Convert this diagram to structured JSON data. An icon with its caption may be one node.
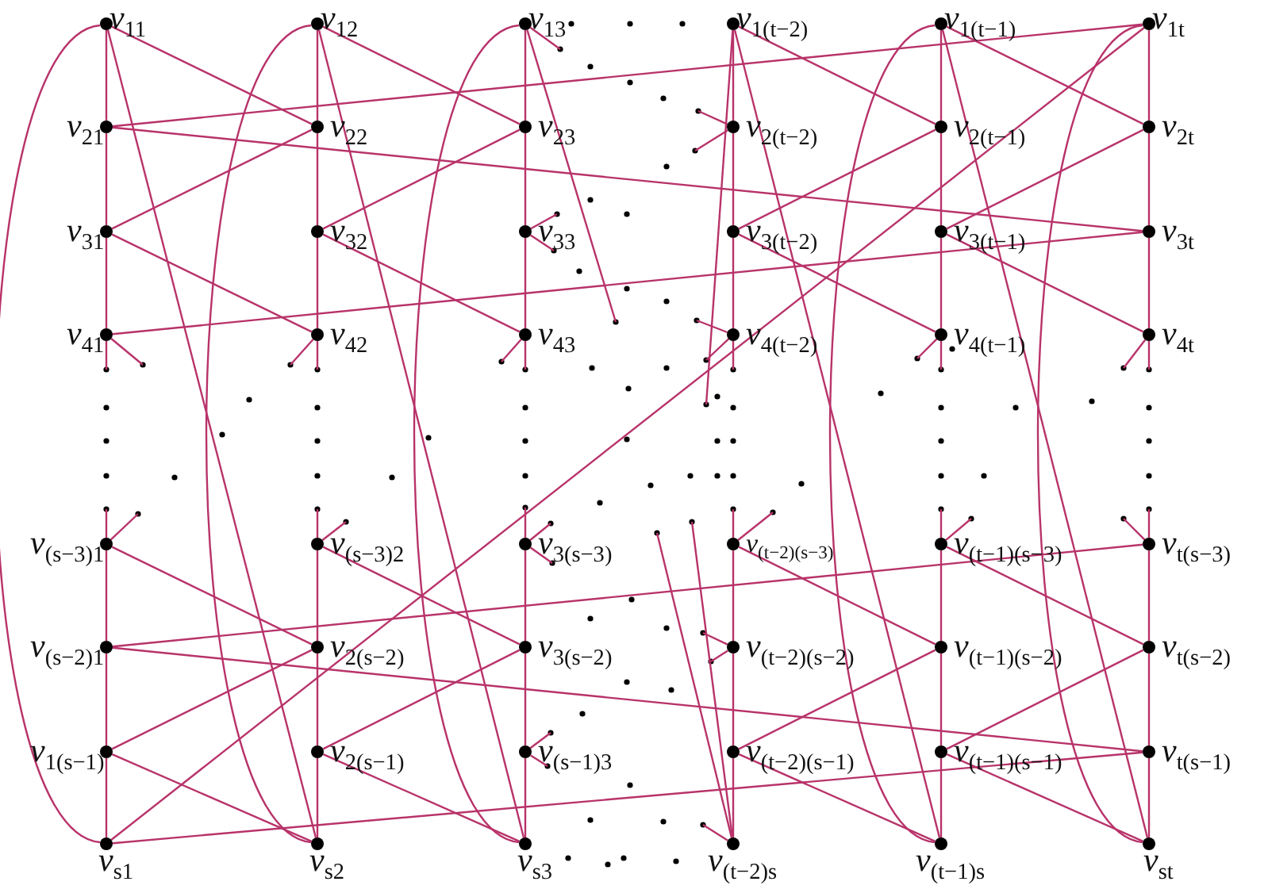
{
  "diagram": {
    "nodes": [
      {
        "text": [
          "v$_{11}$"
        ]
      },
      {
        "text": [
          "v$_{12}$"
        ]
      },
      {
        "text": [
          "v$_{13}$"
        ]
      },
      {
        "text": [
          "v$_{1(t−2)}$"
        ]
      },
      {
        "text": [
          "v$_{1(t−1)}$"
        ]
      },
      {
        "text": [
          "v$_{1t}$"
        ]
      },
      {
        "text": [
          "v$_{21}$"
        ]
      },
      {
        "text": [
          "v$_{22}$"
        ]
      },
      {
        "text": [
          "v$_{23}$"
        ]
      },
      {
        "text": [
          "v$_{2(t−2)}$"
        ]
      },
      {
        "text": [
          "v$_{2(t−1)}$"
        ]
      },
      {
        "text": [
          "v$_{2t}$"
        ]
      },
      {
        "text": [
          "v$_{31}$"
        ]
      },
      {
        "text": [
          "v$_{32}$"
        ]
      },
      {
        "text": [
          "v$_{33}$"
        ]
      },
      {
        "text": [
          "v$_{3(t−2)}$"
        ]
      },
      {
        "text": [
          "v$_{3(t−1)}$"
        ]
      },
      {
        "text": [
          "v$_{3t}$"
        ]
      },
      {
        "text": [
          "v$_{41}$"
        ]
      },
      {
        "text": [
          "v$_{42}$"
        ]
      },
      {
        "text": [
          "v$_{43}$"
        ]
      },
      {
        "text": [
          "v$_{4(t−2)}$"
        ]
      },
      {
        "text": [
          "v$_{4(t−1)}$"
        ]
      },
      {
        "text": [
          "v$_{4t}$"
        ]
      },
      {
        "text": [
          "v$_{(s−3)1}$"
        ]
      },
      {
        "text": [
          "v$_{(s−3)2}$"
        ]
      },
      {
        "text": [
          "v$_{3(s−3)}$"
        ]
      },
      {
        "text": [
          "v$_{(t−2)(s−3)}$"
        ]
      },
      {
        "text": [
          "v$_{(t−1)(s−3)}$"
        ]
      },
      {
        "text": [
          "v$_{t(s−3)}$"
        ]
      },
      {
        "text": [
          "v$_{(s−2)1}$"
        ]
      },
      {
        "text": [
          "v$_{2(s−2)}$"
        ]
      },
      {
        "text": [
          "v$_{3(s−2)}$"
        ]
      },
      {
        "text": [
          "v$_{(t−2)(s−2)}$"
        ]
      },
      {
        "text": [
          "v$_{(t−1)(s−2)}$"
        ]
      },
      {
        "text": [
          "v$_{t(s−2)}$"
        ]
      },
      {
        "text": [
          "v$_{1(s−1)}$"
        ]
      },
      {
        "text": [
          "v$_{2(s−1)}$"
        ]
      },
      {
        "text": [
          "v$_{(s−1)3}$"
        ]
      },
      {
        "text": [
          "v$_{(t−2)(s−1)}$"
        ]
      },
      {
        "text": [
          "v$_{(t−1)(s−1)}$"
        ]
      },
      {
        "text": [
          "v$_{t(s−1)}$"
        ]
      },
      {
        "text": [
          "v$_{s1}$"
        ]
      },
      {
        "text": [
          "v$_{s2}$"
        ]
      },
      {
        "text": [
          "v$_{s3}$"
        ]
      },
      {
        "text": [
          "v$_{(t−2)s}$"
        ]
      },
      {
        "text": [
          "v$_{(t−1)s}$"
        ]
      },
      {
        "text": [
          "v$_{st}$"
        ]
      }
    ],
    "edges": [
      {
        "from": 0,
        "to": 6,
        "arrow": "none"
      },
      {
        "from": 6,
        "to": 12,
        "arrow": "none"
      },
      {
        "from": 12,
        "to": 18,
        "arrow": "none"
      },
      {
        "from": 18,
        "to": null,
        "arrow": "none"
      },
      {
        "from": 24,
        "to": null,
        "arrow": "none"
      },
      {
        "from": 24,
        "to": 30,
        "arrow": "none"
      },
      {
        "from": 30,
        "to": 36,
        "arrow": "none"
      },
      {
        "from": 36,
        "to": 42,
        "arrow": "none"
      },
      {
        "from": 1,
        "to": 7,
        "arrow": "none"
      },
      {
        "from": 7,
        "to": 13,
        "arrow": "none"
      },
      {
        "from": 13,
        "to": 19,
        "arrow": "none"
      },
      {
        "from": 19,
        "to": null,
        "arrow": "none"
      },
      {
        "from": 25,
        "to": null,
        "arrow": "none"
      },
      {
        "from": 25,
        "to": 31,
        "arrow": "none"
      },
      {
        "from": 31,
        "to": 37,
        "arrow": "none"
      },
      {
        "from": 37,
        "to": 43,
        "arrow": "none"
      },
      {
        "from": 2,
        "to": 8,
        "arrow": "none"
      },
      {
        "from": 8,
        "to": 14,
        "arrow": "none"
      },
      {
        "from": 14,
        "to": 20,
        "arrow": "none"
      },
      {
        "from": 20,
        "to": null,
        "arrow": "none"
      },
      {
        "from": 26,
        "to": null,
        "arrow": "none"
      },
      {
        "from": 26,
        "to": 32,
        "arrow": "none"
      },
      {
        "from": 32,
        "to": 38,
        "arrow": "none"
      },
      {
        "from": 38,
        "to": 44,
        "arrow": "none"
      },
      {
        "from": 3,
        "to": 9,
        "arrow": "none"
      },
      {
        "from": 9,
        "to": 15,
        "arrow": "none"
      },
      {
        "from": 15,
        "to": 21,
        "arrow": "none"
      },
      {
        "from": 21,
        "to": null,
        "arrow": "none"
      },
      {
        "from": 27,
        "to": null,
        "arrow": "none"
      },
      {
        "from": 27,
        "to": 33,
        "arrow": "none"
      },
      {
        "from": 33,
        "to": 39,
        "arrow": "none"
      },
      {
        "from": 39,
        "to": 45,
        "arrow": "none"
      },
      {
        "from": 4,
        "to": 10,
        "arrow": "none"
      },
      {
        "from": 10,
        "to": 16,
        "arrow": "none"
      },
      {
        "from": 16,
        "to": 22,
        "arrow": "none"
      },
      {
        "from": 22,
        "to": null,
        "arrow": "none"
      },
      {
        "from": 28,
        "to": null,
        "arrow": "none"
      },
      {
        "from": 28,
        "to": 34,
        "arrow": "none"
      },
      {
        "from": 34,
        "to": 40,
        "arrow": "none"
      },
      {
        "from": 40,
        "to": 46,
        "arrow": "none"
      },
      {
        "from": 5,
        "to": 11,
        "arrow": "none"
      },
      {
        "from": 11,
        "to": 17,
        "arrow": "none"
      },
      {
        "from": 17,
        "to": 23,
        "arrow": "none"
      },
      {
        "from": 23,
        "to": null,
        "arrow": "none"
      },
      {
        "from": 29,
        "to": null,
        "arrow": "none"
      },
      {
        "from": 29,
        "to": 35,
        "arrow": "none"
      },
      {
        "from": 35,
        "to": 41,
        "arrow": "none"
      },
      {
        "from": 41,
        "to": 47,
        "arrow": "none"
      },
      {
        "from": 0,
        "to": 42,
        "arrow": "none"
      },
      {
        "from": 0,
        "to": 43,
        "arrow": "none"
      },
      {
        "from": 0,
        "to": 7,
        "arrow": "none"
      },
      {
        "from": 6,
        "to": 5,
        "arrow": "none"
      },
      {
        "from": 6,
        "to": 17,
        "arrow": "none"
      },
      {
        "from": 12,
        "to": 7,
        "arrow": "none"
      },
      {
        "from": 12,
        "to": 19,
        "arrow": "none"
      },
      {
        "from": 18,
        "to": 17,
        "arrow": "none"
      },
      {
        "from": 18,
        "to": null,
        "arrow": "none"
      },
      {
        "from": 24,
        "to": null,
        "arrow": "none"
      },
      {
        "from": 24,
        "to": 31,
        "arrow": "none"
      },
      {
        "from": 30,
        "to": 29,
        "arrow": "none"
      },
      {
        "from": 30,
        "to": 41,
        "arrow": "none"
      },
      {
        "from": 36,
        "to": 31,
        "arrow": "none"
      },
      {
        "from": 36,
        "to": 43,
        "arrow": "none"
      },
      {
        "from": 42,
        "to": 5,
        "arrow": "none"
      },
      {
        "from": 42,
        "to": 41,
        "arrow": "none"
      },
      {
        "from": 1,
        "to": 43,
        "arrow": "none"
      },
      {
        "from": 1,
        "to": 8,
        "arrow": "none"
      },
      {
        "from": 1,
        "to": 44,
        "arrow": "none"
      },
      {
        "from": 8,
        "to": 13,
        "arrow": "none"
      },
      {
        "from": 13,
        "to": 20,
        "arrow": "none"
      },
      {
        "from": 19,
        "to": null,
        "arrow": "none"
      },
      {
        "from": 25,
        "to": null,
        "arrow": "none"
      },
      {
        "from": 25,
        "to": 32,
        "arrow": "none"
      },
      {
        "from": 37,
        "to": 32,
        "arrow": "none"
      },
      {
        "from": 37,
        "to": 44,
        "arrow": "none"
      },
      {
        "from": 2,
        "to": 44,
        "arrow": "none"
      },
      {
        "from": 2,
        "to": null,
        "arrow": "none"
      },
      {
        "from": 2,
        "to": null,
        "arrow": "none"
      },
      {
        "from": 14,
        "to": null,
        "arrow": "none"
      },
      {
        "from": 14,
        "to": null,
        "arrow": "none"
      },
      {
        "from": 20,
        "to": null,
        "arrow": "none"
      },
      {
        "from": 26,
        "to": null,
        "arrow": "none"
      },
      {
        "from": 26,
        "to": null,
        "arrow": "none"
      },
      {
        "from": 38,
        "to": null,
        "arrow": "none"
      },
      {
        "from": 38,
        "to": null,
        "arrow": "none"
      },
      {
        "from": null,
        "to": 45,
        "arrow": "none"
      },
      {
        "from": null,
        "to": 45,
        "arrow": "none"
      },
      {
        "from": 45,
        "to": null,
        "arrow": "none"
      },
      {
        "from": 3,
        "to": null,
        "arrow": "none"
      },
      {
        "from": 3,
        "to": 46,
        "arrow": "none"
      },
      {
        "from": 3,
        "to": 10,
        "arrow": "none"
      },
      {
        "from": 9,
        "to": null,
        "arrow": "none"
      },
      {
        "from": 9,
        "to": null,
        "arrow": "none"
      },
      {
        "from": 15,
        "to": 10,
        "arrow": "none"
      },
      {
        "from": 15,
        "to": 22,
        "arrow": "none"
      },
      {
        "from": 21,
        "to": null,
        "arrow": "none"
      },
      {
        "from": 21,
        "to": null,
        "arrow": "none"
      },
      {
        "from": 27,
        "to": null,
        "arrow": "none"
      },
      {
        "from": 27,
        "to": 34,
        "arrow": "none"
      },
      {
        "from": 33,
        "to": null,
        "arrow": "none"
      },
      {
        "from": 33,
        "to": null,
        "arrow": "none"
      },
      {
        "from": 39,
        "to": 34,
        "arrow": "none"
      },
      {
        "from": 39,
        "to": 46,
        "arrow": "none"
      },
      {
        "from": 4,
        "to": 46,
        "arrow": "none"
      },
      {
        "from": 4,
        "to": 11,
        "arrow": "none"
      },
      {
        "from": 4,
        "to": 47,
        "arrow": "none"
      },
      {
        "from": 16,
        "to": 11,
        "arrow": "none"
      },
      {
        "from": 16,
        "to": 23,
        "arrow": "none"
      },
      {
        "from": 22,
        "to": null,
        "arrow": "none"
      },
      {
        "from": 28,
        "to": null,
        "arrow": "none"
      },
      {
        "from": 28,
        "to": 35,
        "arrow": "none"
      },
      {
        "from": 40,
        "to": 35,
        "arrow": "none"
      },
      {
        "from": 40,
        "to": 47,
        "arrow": "none"
      },
      {
        "from": 5,
        "to": 47,
        "arrow": "none"
      },
      {
        "from": 23,
        "to": null,
        "arrow": "none"
      },
      {
        "from": 29,
        "to": null,
        "arrow": "none"
      }
    ]
  }
}
